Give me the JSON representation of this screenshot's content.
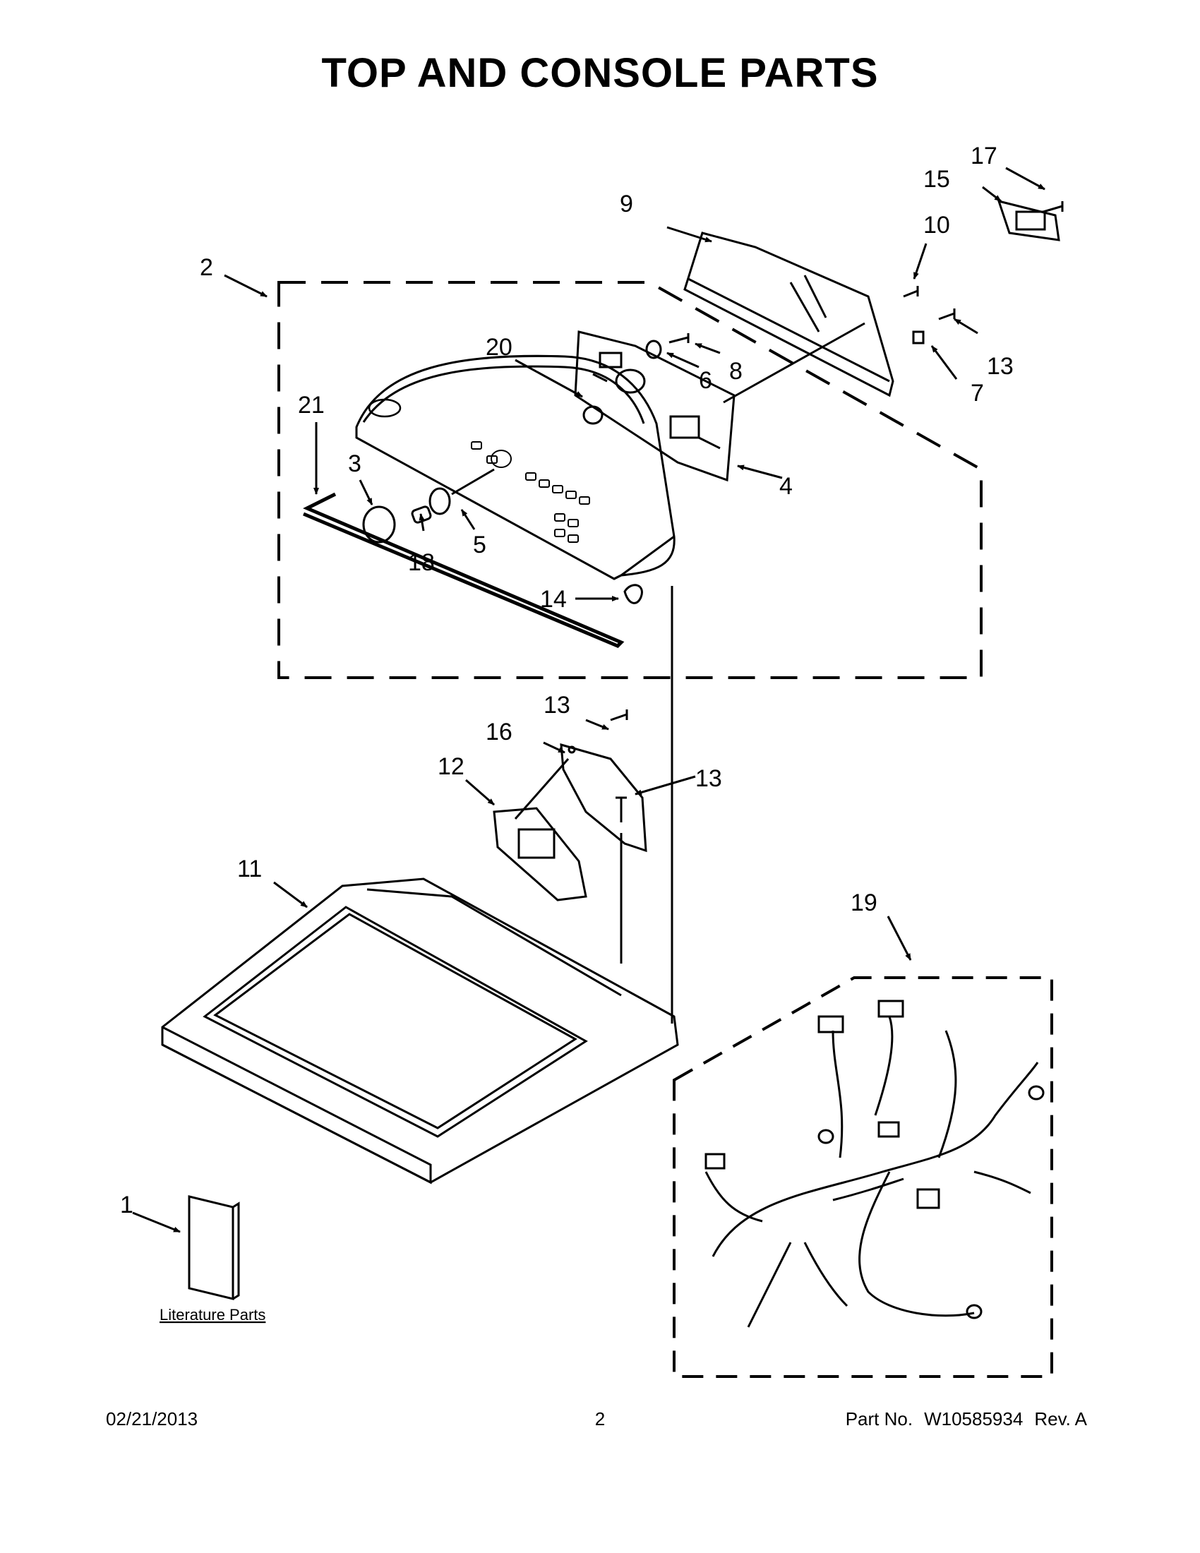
{
  "title": "TOP AND CONSOLE PARTS",
  "callouts": {
    "c1": "1",
    "c2": "2",
    "c3": "3",
    "c4": "4",
    "c5": "5",
    "c6": "6",
    "c7": "7",
    "c8": "8",
    "c9": "9",
    "c10": "10",
    "c11": "11",
    "c12": "12",
    "c13a": "13",
    "c13b": "13",
    "c13c": "13",
    "c14": "14",
    "c15": "15",
    "c16": "16",
    "c17": "17",
    "c18": "18",
    "c19": "19",
    "c20": "20",
    "c21": "21"
  },
  "literature_label": "Literature Parts",
  "footer": {
    "date": "02/21/2013",
    "page": "2",
    "part_label": "Part No.",
    "part_number": "W10585934",
    "revision": "Rev. A"
  }
}
